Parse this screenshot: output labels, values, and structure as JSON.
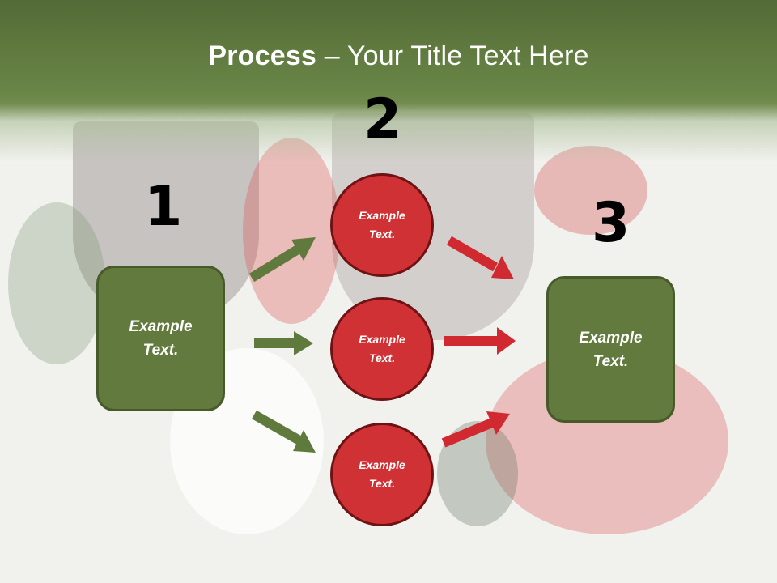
{
  "slide": {
    "title_bold": "Process",
    "title_rest": " – Your Title Text Here"
  },
  "steps": [
    {
      "number": "1",
      "box_text_line1": "Example",
      "box_text_line2": "Text."
    },
    {
      "number": "2"
    },
    {
      "number": "3",
      "box_text_line1": "Example",
      "box_text_line2": "Text."
    }
  ],
  "circles": [
    {
      "line1": "Example",
      "line2": "Text."
    },
    {
      "line1": "Example",
      "line2": "Text."
    },
    {
      "line1": "Example",
      "line2": "Text."
    }
  ],
  "colors": {
    "header_green": "#627a3d",
    "box_green": "#627a3d",
    "box_border": "#465a2a",
    "circle_red": "#cf3134",
    "circle_border": "#6e1214",
    "arrow_green": "#5f7a3c",
    "arrow_red": "#d0292f"
  }
}
